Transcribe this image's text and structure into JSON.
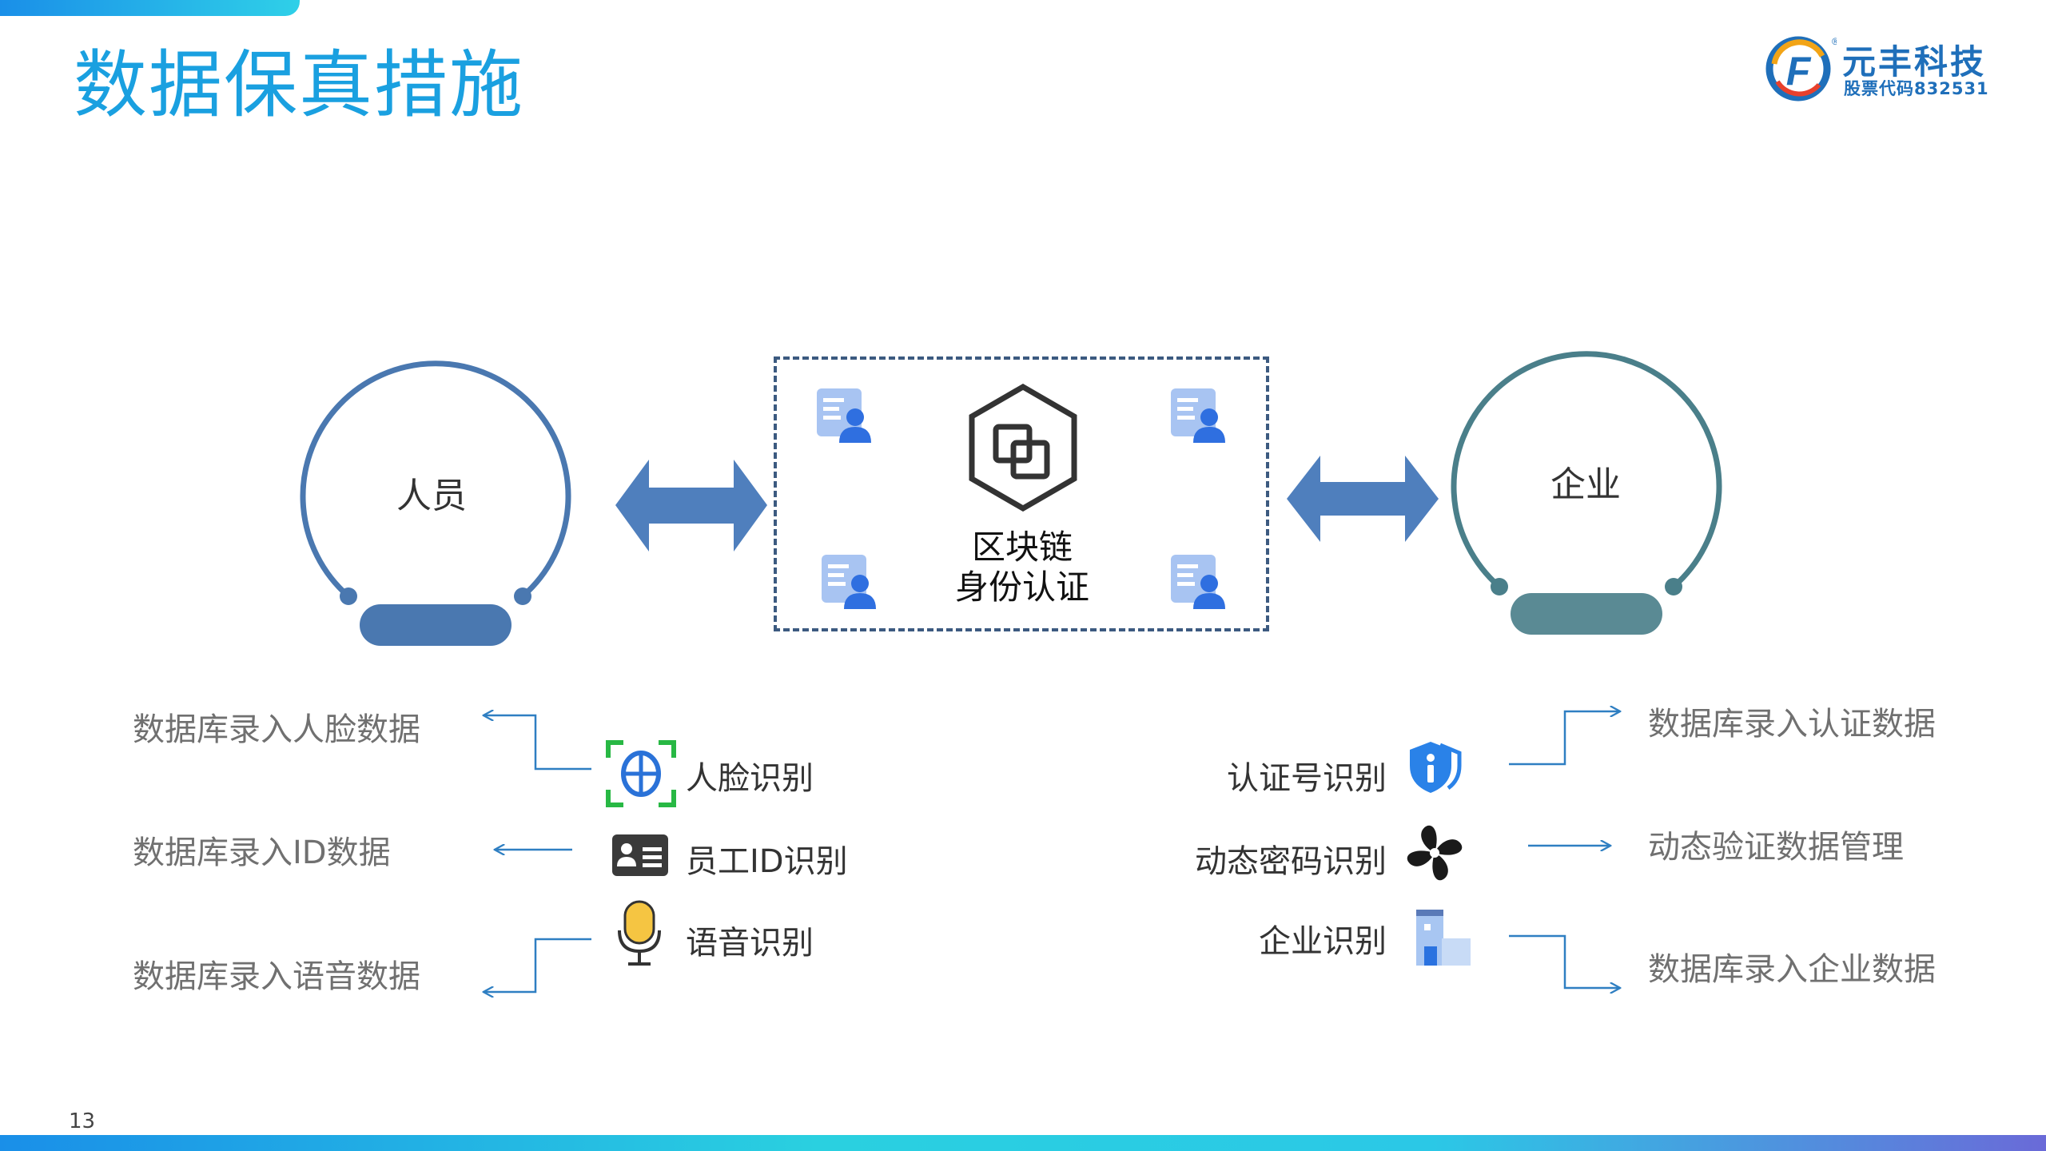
{
  "slide": {
    "title": "数据保真措施",
    "page_number": "13"
  },
  "brand": {
    "name": "元丰科技",
    "stock_code": "股票代码832531",
    "accent": "#1f6fba"
  },
  "nodes": {
    "person": "人员",
    "enterprise": "企业",
    "blockchain_line1": "区块链",
    "blockchain_line2": "身份认证"
  },
  "left_features": [
    {
      "name": "人脸识别",
      "icon": "face-scan-icon",
      "result": "数据库录入人脸数据"
    },
    {
      "name": "员工ID识别",
      "icon": "id-card-icon",
      "result": "数据库录入ID数据"
    },
    {
      "name": "语音识别",
      "icon": "microphone-icon",
      "result": "数据库录入语音数据"
    }
  ],
  "right_features": [
    {
      "name": "认证号识别",
      "icon": "shield-info-icon",
      "result": "数据库录入认证数据"
    },
    {
      "name": "动态密码识别",
      "icon": "fan-icon",
      "result": "动态验证数据管理"
    },
    {
      "name": "企业识别",
      "icon": "building-icon",
      "result": "数据库录入企业数据"
    }
  ],
  "colors": {
    "title": "#1aa0e0",
    "person_ring": "#4a78b0",
    "enterprise_ring": "#4a7f8a",
    "arrow": "#4f7fbd",
    "connector": "#2f7fc2"
  }
}
